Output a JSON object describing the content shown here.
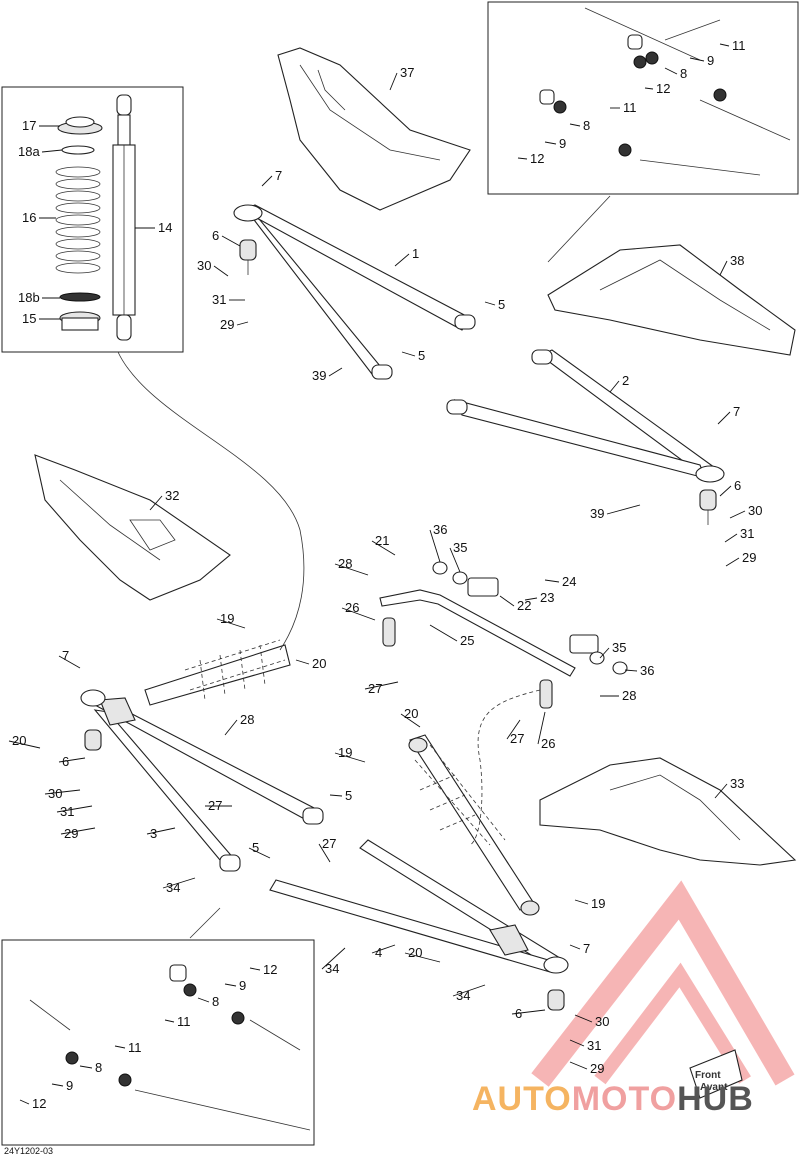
{
  "diagram_code": "24Y1202-03",
  "front_label": "Front",
  "front_label_fr": "Avant",
  "watermark": {
    "text_a": "AUTO",
    "text_b": "MOTO",
    "text_c": "HUB",
    "color_a": "#f5b461",
    "color_b": "#f0a0a0",
    "color_c": "#555555",
    "logo_color": "#f07a7a"
  },
  "labels": [
    {
      "id": "l17",
      "text": "17"
    },
    {
      "id": "l18a",
      "text": "18a"
    },
    {
      "id": "l16",
      "text": "16"
    },
    {
      "id": "l14",
      "text": "14"
    },
    {
      "id": "l18b",
      "text": "18b"
    },
    {
      "id": "l15",
      "text": "15"
    },
    {
      "id": "l37",
      "text": "37"
    },
    {
      "id": "l7a",
      "text": "7"
    },
    {
      "id": "l6a",
      "text": "6"
    },
    {
      "id": "l30a",
      "text": "30"
    },
    {
      "id": "l31a",
      "text": "31"
    },
    {
      "id": "l29a",
      "text": "29"
    },
    {
      "id": "l1",
      "text": "1"
    },
    {
      "id": "l5a",
      "text": "5"
    },
    {
      "id": "l5b",
      "text": "5"
    },
    {
      "id": "l39a",
      "text": "39"
    },
    {
      "id": "l11a",
      "text": "11"
    },
    {
      "id": "l9a",
      "text": "9"
    },
    {
      "id": "l8a",
      "text": "8"
    },
    {
      "id": "l12a",
      "text": "12"
    },
    {
      "id": "l11b",
      "text": "11"
    },
    {
      "id": "l8b",
      "text": "8"
    },
    {
      "id": "l9b",
      "text": "9"
    },
    {
      "id": "l12b",
      "text": "12"
    },
    {
      "id": "l38",
      "text": "38"
    },
    {
      "id": "l2",
      "text": "2"
    },
    {
      "id": "l7b",
      "text": "7"
    },
    {
      "id": "l6b",
      "text": "6"
    },
    {
      "id": "l30b",
      "text": "30"
    },
    {
      "id": "l31b",
      "text": "31"
    },
    {
      "id": "l29b",
      "text": "29"
    },
    {
      "id": "l39b",
      "text": "39"
    },
    {
      "id": "l32",
      "text": "32"
    },
    {
      "id": "l36a",
      "text": "36"
    },
    {
      "id": "l35a",
      "text": "35"
    },
    {
      "id": "l21",
      "text": "21"
    },
    {
      "id": "l28a",
      "text": "28"
    },
    {
      "id": "l24",
      "text": "24"
    },
    {
      "id": "l22",
      "text": "22"
    },
    {
      "id": "l23",
      "text": "23"
    },
    {
      "id": "l26a",
      "text": "26"
    },
    {
      "id": "l25",
      "text": "25"
    },
    {
      "id": "l35b",
      "text": "35"
    },
    {
      "id": "l36b",
      "text": "36"
    },
    {
      "id": "l19a",
      "text": "19"
    },
    {
      "id": "l7c",
      "text": "7"
    },
    {
      "id": "l20a",
      "text": "20"
    },
    {
      "id": "l27a",
      "text": "27"
    },
    {
      "id": "l28b",
      "text": "28"
    },
    {
      "id": "l27b",
      "text": "27"
    },
    {
      "id": "l26b",
      "text": "26"
    },
    {
      "id": "l20b",
      "text": "20"
    },
    {
      "id": "l20c",
      "text": "20"
    },
    {
      "id": "l19b",
      "text": "19"
    },
    {
      "id": "l28c",
      "text": "28"
    },
    {
      "id": "l6c",
      "text": "6"
    },
    {
      "id": "l30c",
      "text": "30"
    },
    {
      "id": "l31c",
      "text": "31"
    },
    {
      "id": "l29c",
      "text": "29"
    },
    {
      "id": "l27c",
      "text": "27"
    },
    {
      "id": "l5c",
      "text": "5"
    },
    {
      "id": "l3",
      "text": "3"
    },
    {
      "id": "l5d",
      "text": "5"
    },
    {
      "id": "l34a",
      "text": "34"
    },
    {
      "id": "l33",
      "text": "33"
    },
    {
      "id": "l27d",
      "text": "27"
    },
    {
      "id": "l19c",
      "text": "19"
    },
    {
      "id": "l4",
      "text": "4"
    },
    {
      "id": "l20d",
      "text": "20"
    },
    {
      "id": "l7d",
      "text": "7"
    },
    {
      "id": "l34b",
      "text": "34"
    },
    {
      "id": "l34c",
      "text": "34"
    },
    {
      "id": "l6d",
      "text": "6"
    },
    {
      "id": "l30d",
      "text": "30"
    },
    {
      "id": "l31d",
      "text": "31"
    },
    {
      "id": "l29d",
      "text": "29"
    },
    {
      "id": "l12c",
      "text": "12"
    },
    {
      "id": "l9c",
      "text": "9"
    },
    {
      "id": "l8c",
      "text": "8"
    },
    {
      "id": "l11c",
      "text": "11"
    },
    {
      "id": "l11d",
      "text": "11"
    },
    {
      "id": "l8d",
      "text": "8"
    },
    {
      "id": "l9d",
      "text": "9"
    },
    {
      "id": "l12d",
      "text": "12"
    }
  ]
}
